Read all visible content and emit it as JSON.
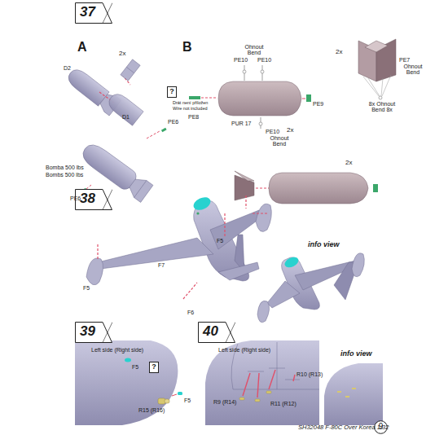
{
  "diagram": {
    "nodes": [
      {
        "text": [
          "37"
        ]
      },
      {
        "text": [
          "?"
        ]
      },
      {
        "text": [
          "38"
        ]
      },
      {
        "text": [
          "39"
        ]
      },
      {
        "text": [
          "?"
        ]
      },
      {
        "text": [
          "40"
        ]
      },
      {
        "text": [
          "9"
        ]
      }
    ],
    "labels": [
      "A",
      "2x",
      "D2",
      "D1",
      "Bomba 500 lbs",
      "Bombs 500 lbs",
      "PE6",
      "PE6",
      "B",
      "Drát není přiložen",
      "Wire not included",
      "PE8",
      "Ohnout Bend",
      "PE10",
      "PE10",
      "PUR 17",
      "PE9",
      "2x",
      "PE10",
      "Ohnout Bend",
      "2x",
      "PE7",
      "Ohnout Bend",
      "8x Ohnout Bend 8x",
      "2x",
      "F5",
      "F7",
      "F5",
      "F6",
      "info view",
      "Left side (Right side)",
      "F5",
      "F5",
      "R15 (R16)",
      "Left side (Right side)",
      "R10 (R13)",
      "R9 (R14)",
      "R11 (R12)",
      "info view",
      "SH32048 F-80C Over Korea 1/32"
    ]
  }
}
